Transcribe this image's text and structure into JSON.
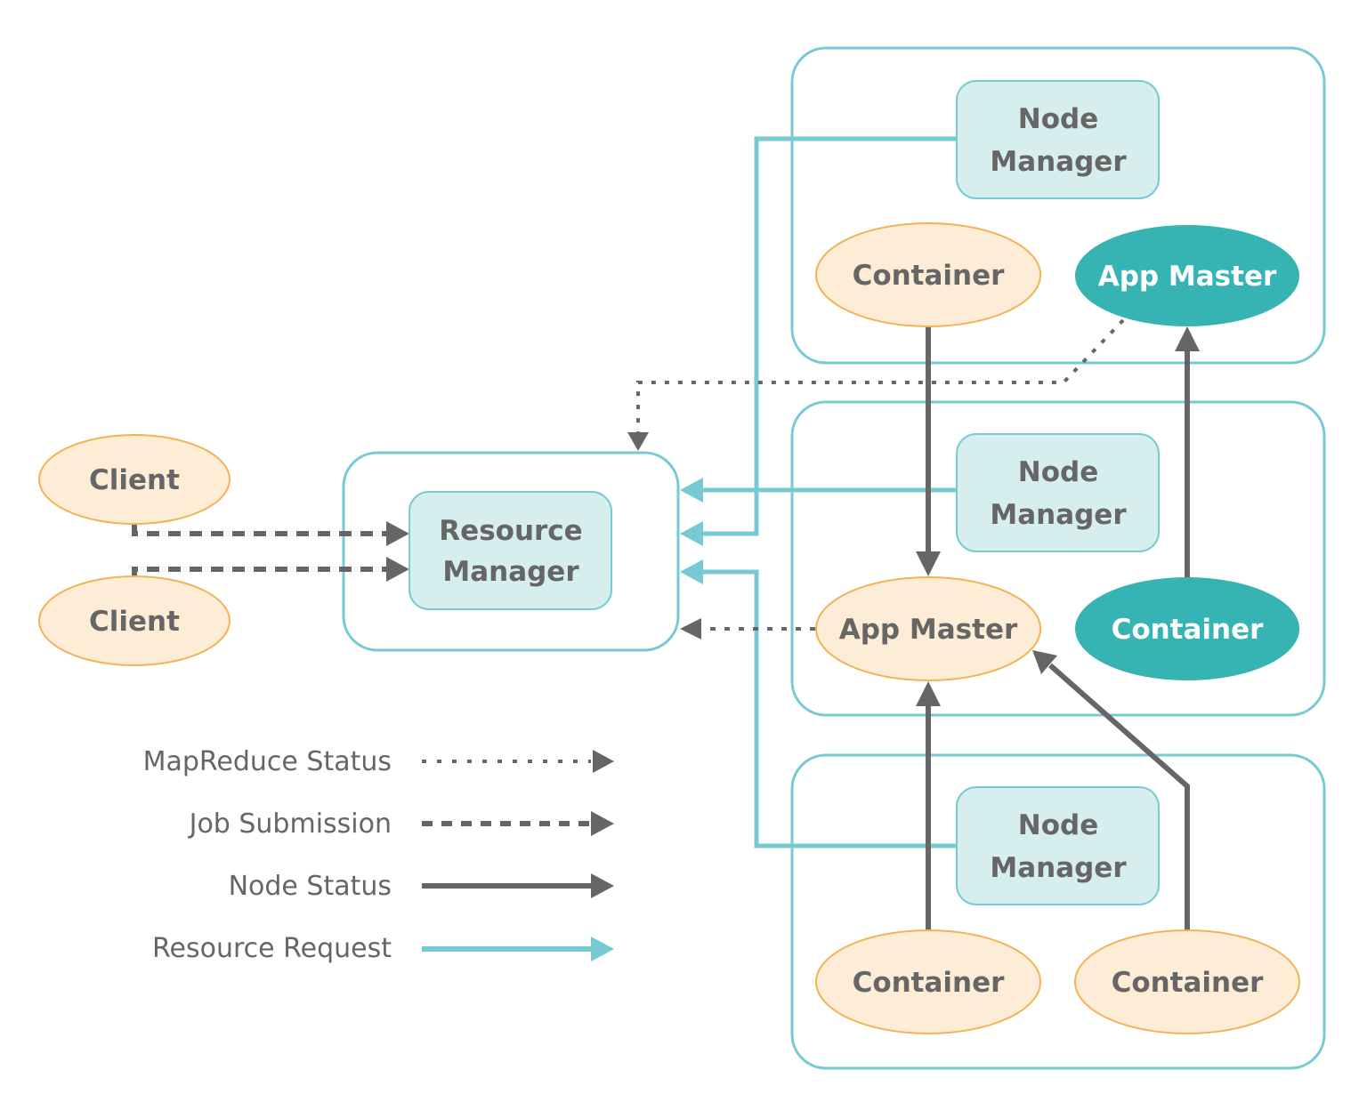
{
  "colors": {
    "teal_line": "#77CAD3",
    "teal_fill": "#D6EEEE",
    "teal_dark": "#36B3B3",
    "orange_stroke": "#F2B255",
    "orange_fill": "#FEEDD6",
    "gray": "#666666",
    "white": "#FFFFFF"
  },
  "nodes": {
    "client_1": "Client",
    "client_2": "Client",
    "resource_manager": [
      "Resource",
      "Manager"
    ],
    "node_manager_1": [
      "Node",
      "Manager"
    ],
    "node_manager_2": [
      "Node",
      "Manager"
    ],
    "node_manager_3": [
      "Node",
      "Manager"
    ],
    "container_1": "Container",
    "app_master_1": "App Master",
    "app_master_2": "App Master",
    "container_2": "Container",
    "container_3": "Container",
    "container_4": "Container"
  },
  "legend": [
    {
      "label": "MapReduce Status",
      "style": "dotted",
      "color": "#666666"
    },
    {
      "label": "Job Submission",
      "style": "dashed",
      "color": "#666666"
    },
    {
      "label": "Node Status",
      "style": "solid",
      "color": "#666666"
    },
    {
      "label": "Resource Request",
      "style": "solid",
      "color": "#77CAD3"
    }
  ]
}
